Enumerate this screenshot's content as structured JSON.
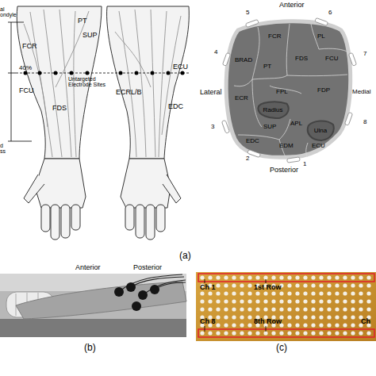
{
  "diagram": {
    "nodes": [
      {
        "text": [
          "Radius"
        ]
      },
      {
        "text": [
          "Ulna"
        ]
      }
    ],
    "labels": [
      "al ondyle",
      "PT",
      "SUP",
      "FCR",
      "40%",
      "Untargeted Electrode Sites",
      "FCU",
      "FDS",
      "d ss",
      "ECRL/B",
      "ECU",
      "EDC",
      "(a)",
      "Anterior",
      "Lateral",
      "Medial",
      "Posterior",
      "1",
      "2",
      "3",
      "4",
      "5",
      "6",
      "7",
      "8",
      "FCR",
      "PL",
      "BRAD",
      "PT",
      "FDS",
      "FCU",
      "ECR",
      "FPL",
      "FDP",
      "SUP",
      "APL",
      "EDC",
      "EDM",
      "ECU",
      "Anterior",
      "Posterior",
      "(b)",
      "Ch 1",
      "1st Row",
      "8th Row",
      "Ch 8",
      "Ch",
      "(c)"
    ]
  }
}
